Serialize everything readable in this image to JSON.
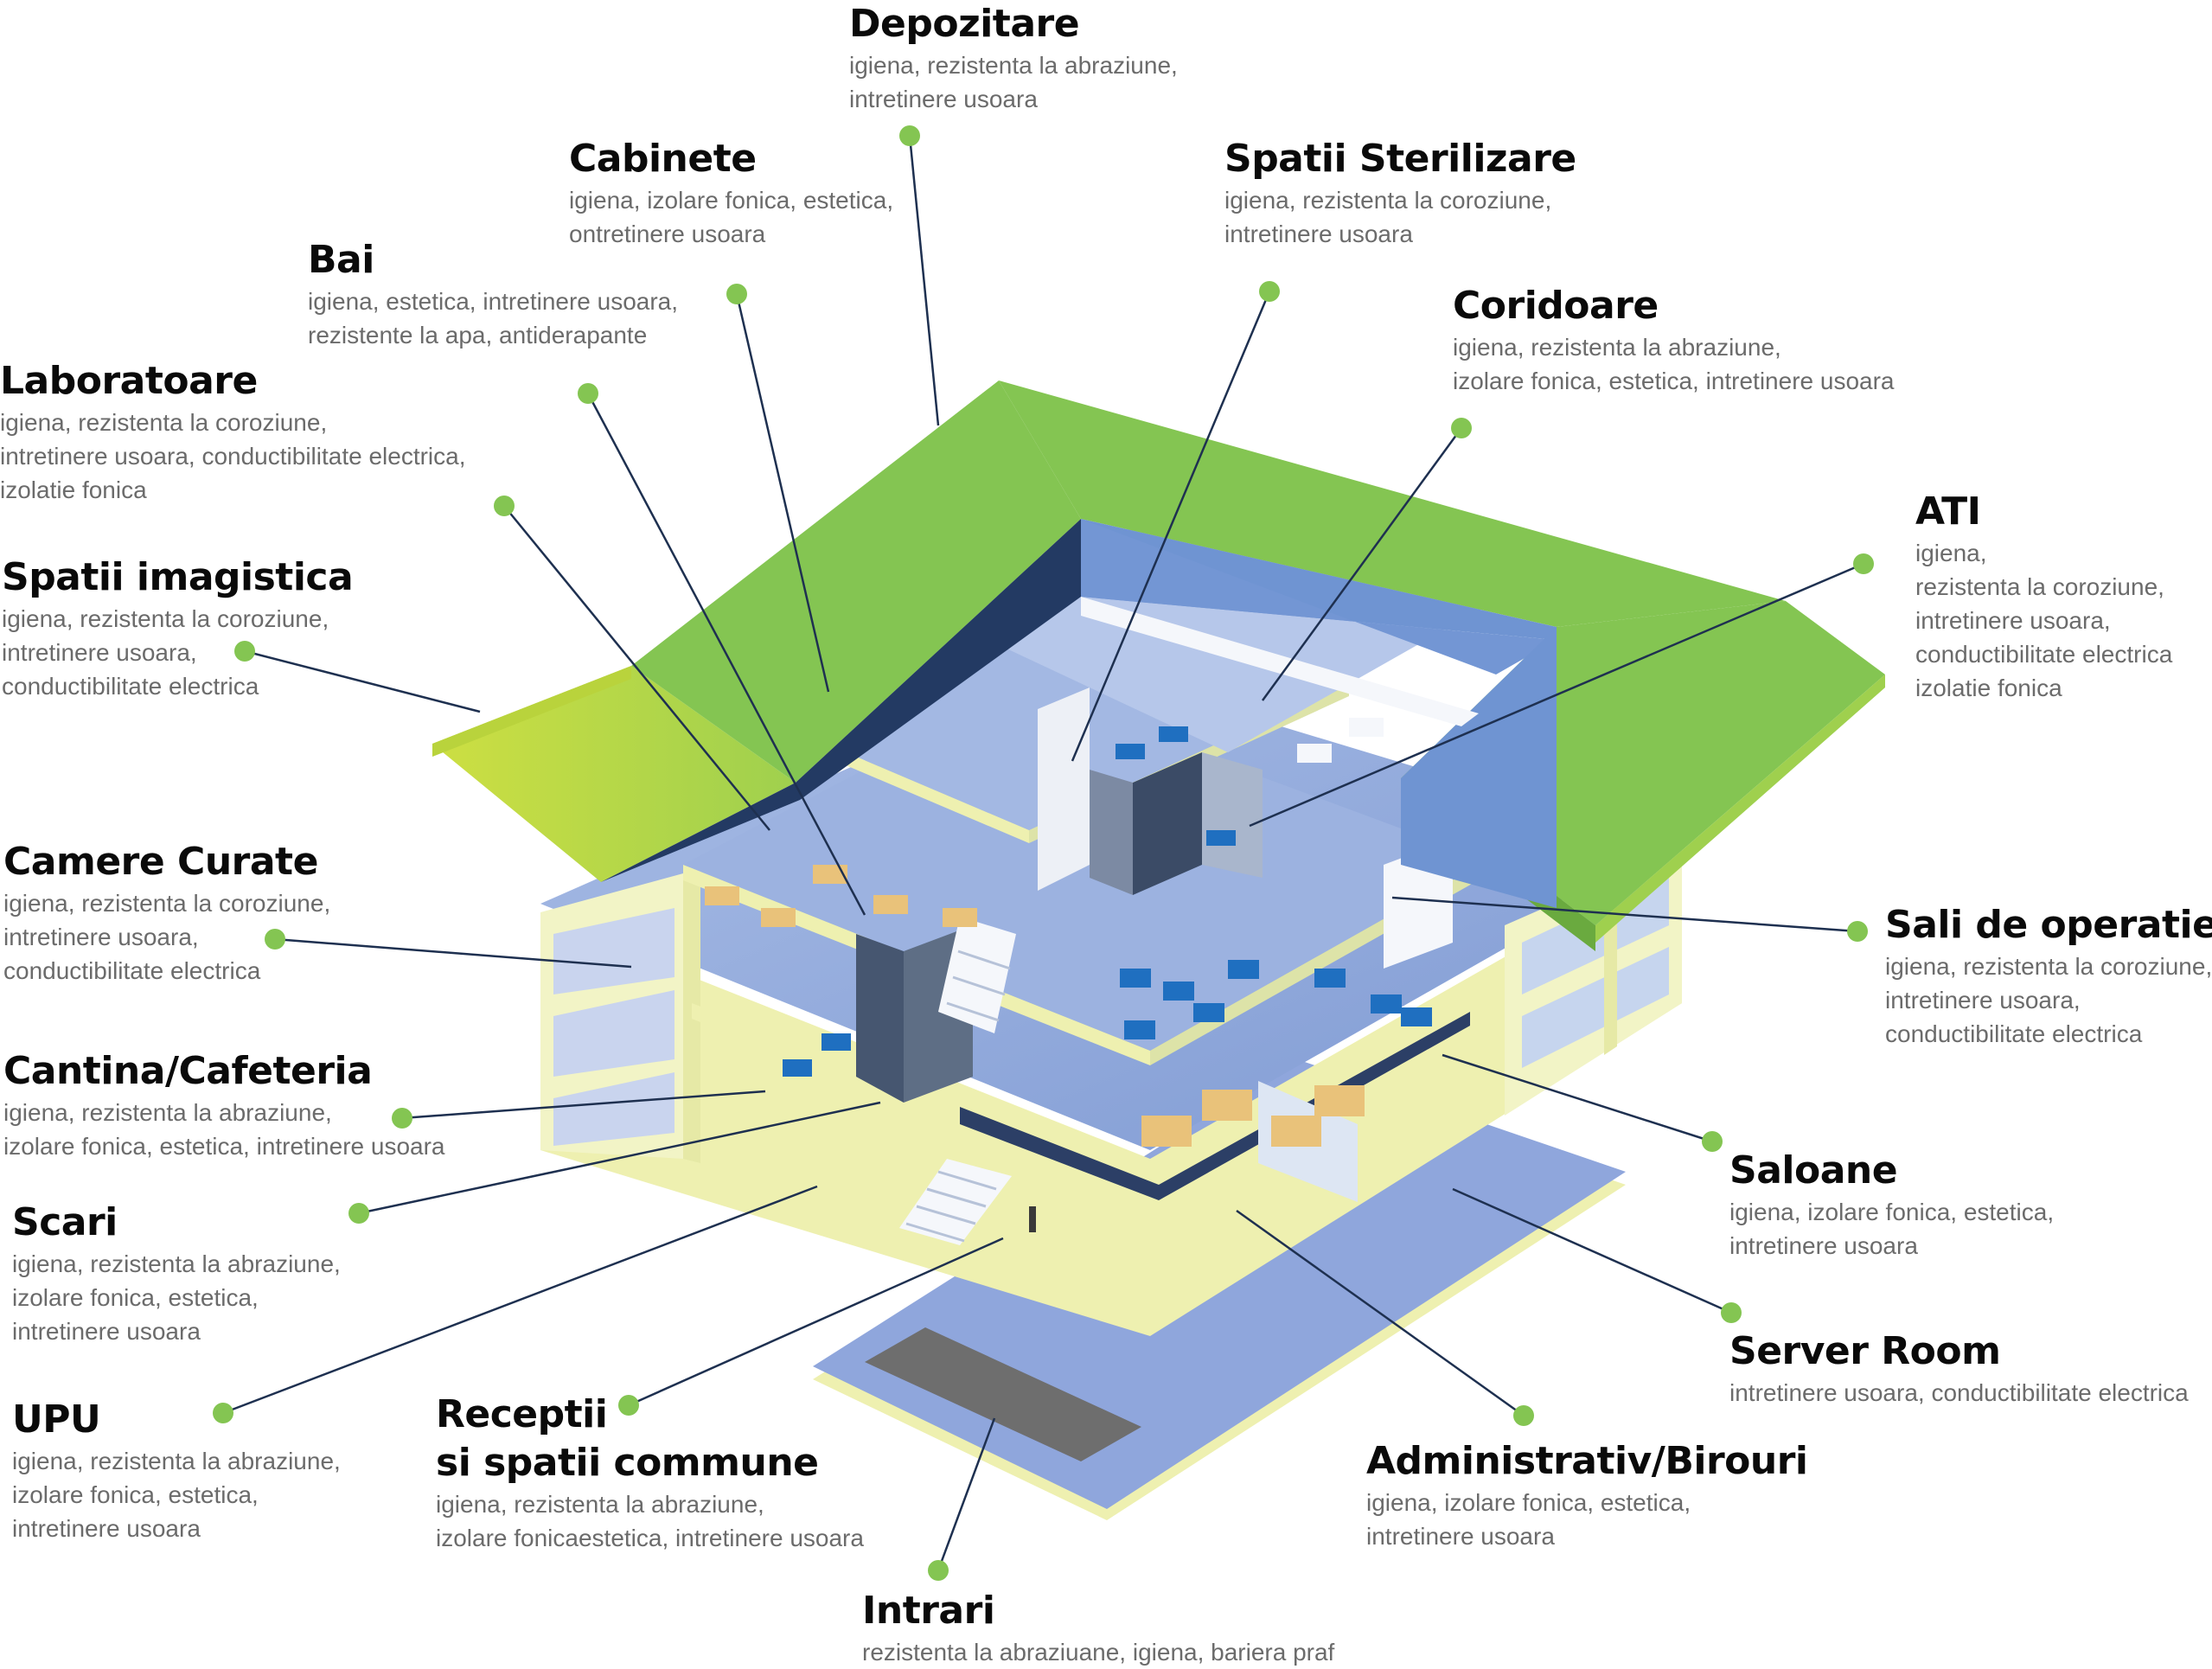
{
  "colors": {
    "roof_green": "#84c552",
    "roof_green_light": "#c8df48",
    "wall_navy": "#233a63",
    "floor_blue": "#8ea7d8",
    "floor_light": "#b9c8e8",
    "slab_yellow": "#eef0b0",
    "leader_line": "#1e3050",
    "marker_green": "#84c552",
    "title_text": "#0a0a0a",
    "desc_text": "#6b6b6b"
  },
  "labels": [
    {
      "key": "depozitare",
      "title": "Depozitare",
      "lines": [
        "igiena, rezistenta la abraziune,",
        "intretinere usoara"
      ]
    },
    {
      "key": "cabinete",
      "title": "Cabinete",
      "lines": [
        "igiena, izolare fonica, estetica,",
        "ontretinere usoara"
      ]
    },
    {
      "key": "spatii-sterilizare",
      "title": "Spatii Sterilizare",
      "lines": [
        "igiena, rezistenta la coroziune,",
        "intretinere usoara"
      ]
    },
    {
      "key": "bai",
      "title": "Bai",
      "lines": [
        "igiena, estetica, intretinere usoara,",
        "rezistente la apa, antiderapante"
      ]
    },
    {
      "key": "coridoare",
      "title": "Coridoare",
      "lines": [
        "igiena, rezistenta la abraziune,",
        "izolare fonica, estetica, intretinere usoara"
      ]
    },
    {
      "key": "laboratoare",
      "title": "Laboratoare",
      "lines": [
        "igiena, rezistenta la coroziune,",
        "intretinere usoara, conductibilitate electrica,",
        "izolatie fonica"
      ]
    },
    {
      "key": "ati",
      "title": "ATI",
      "lines": [
        "igiena,",
        "rezistenta la coroziune,",
        "intretinere usoara,",
        "conductibilitate electrica",
        "izolatie fonica"
      ]
    },
    {
      "key": "spatii-imagistica",
      "title": "Spatii imagistica",
      "lines": [
        "igiena, rezistenta la coroziune,",
        "intretinere usoara,",
        "conductibilitate electrica"
      ]
    },
    {
      "key": "camere-curate",
      "title": "Camere Curate",
      "lines": [
        "igiena, rezistenta la coroziune,",
        "intretinere usoara,",
        "conductibilitate electrica"
      ]
    },
    {
      "key": "sali-de-operatie",
      "title": "Sali de operatie",
      "lines": [
        "igiena, rezistenta la coroziune,",
        "intretinere usoara,",
        "conductibilitate electrica"
      ]
    },
    {
      "key": "cantina-cafeteria",
      "title": "Cantina/Cafeteria",
      "lines": [
        "igiena, rezistenta la abraziune,",
        "izolare fonica, estetica, intretinere usoara"
      ]
    },
    {
      "key": "saloane",
      "title": "Saloane",
      "lines": [
        "igiena, izolare fonica, estetica,",
        "intretinere usoara"
      ]
    },
    {
      "key": "scari",
      "title": "Scari",
      "lines": [
        "igiena, rezistenta la abraziune,",
        "izolare fonica, estetica,",
        "intretinere usoara"
      ]
    },
    {
      "key": "server-room",
      "title": "Server Room",
      "lines": [
        "intretinere usoara, conductibilitate electrica"
      ]
    },
    {
      "key": "upu",
      "title": "UPU",
      "lines": [
        "igiena, rezistenta la abraziune,",
        "izolare fonica, estetica,",
        "intretinere usoara"
      ]
    },
    {
      "key": "receptii",
      "title": "Receptii\nsi spatii commune",
      "lines": [
        "igiena, rezistenta la abraziune,",
        "izolare fonicaestetica, intretinere usoara"
      ]
    },
    {
      "key": "administrativ-birouri",
      "title": "Administrativ/Birouri",
      "lines": [
        "igiena, izolare fonica, estetica,",
        "intretinere usoara"
      ]
    },
    {
      "key": "intrari",
      "title": "Intrari",
      "lines": [
        "rezistenta la abraziuane, igiena, bariera praf"
      ]
    }
  ]
}
